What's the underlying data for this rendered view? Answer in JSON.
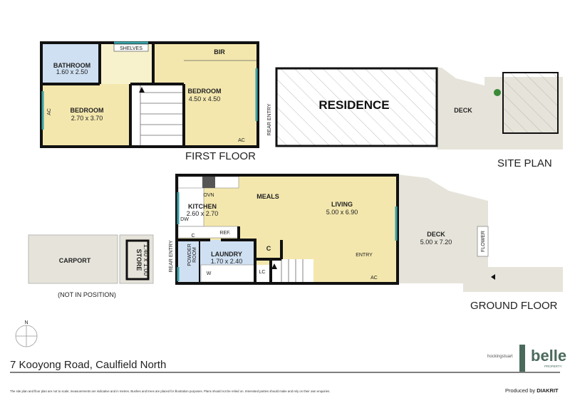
{
  "first_floor": {
    "title": "FIRST FLOOR",
    "rooms": {
      "bathroom": {
        "name": "BATHROOM",
        "size": "1.60 x 2.50"
      },
      "bedroom_left": {
        "name": "BEDROOM",
        "size": "2.70 x 3.70"
      },
      "bedroom_main": {
        "name": "BEDROOM",
        "size": "4.50 x 4.50"
      },
      "bir": "BIR",
      "shelves": "SHELVES"
    },
    "ac_left": "AC",
    "ac_right": "AC",
    "rear_entry": "REAR ENTRY"
  },
  "site_plan": {
    "title": "SITE PLAN",
    "residence": "RESIDENCE",
    "deck": "DECK"
  },
  "ground_floor": {
    "title": "GROUND FLOOR",
    "rooms": {
      "meals": "MEALS",
      "living": {
        "name": "LIVING",
        "size": "5.00 x 6.90"
      },
      "kitchen": {
        "name": "KITCHEN",
        "size": "2.60 x 2.70"
      },
      "laundry": {
        "name": "LAUNDRY",
        "size": "1.70 x 2.40"
      },
      "deck": {
        "name": "DECK",
        "size": "5.00 x 7.20"
      },
      "carport": "CARPORT",
      "store": {
        "name": "STORE",
        "size": "1.40 x 1.00"
      },
      "powder": [
        "POWDER",
        "ROOM"
      ]
    },
    "ovn": "OVN",
    "dw": "DW",
    "c1": "C",
    "ref": "REF.",
    "c2": "C",
    "lc": "LC",
    "w": "W",
    "entry": "ENTRY",
    "ac": "AC",
    "rear_entry": "REAR ENTRY",
    "flower": "FLOWER",
    "not_in_position": "(NOT IN POSITION)"
  },
  "north": "N",
  "address": "7 Kooyong Road, Caulfield North",
  "disclaimer": "The site plan and floor plan are not to scale; measurements are indicative and in metres. Bushes and trees are placed for illustration purposes. Plans should not be relied on. Interested parties should make and rely on their own enquiries.",
  "logos": {
    "agency1": "hockingstuart",
    "agency2": "belle",
    "agency2_sub": "PROPERTY",
    "produced_by": "Produced by",
    "producer": "DIAKRIT"
  },
  "colors": {
    "room_yellow": "#f3e7ad",
    "hall_yellow": "#f7f2cc",
    "wet_blue": "#cfe0f2",
    "deck_grey": "#e6e4da",
    "window_teal": "#3aa3a8",
    "brand_green": "#4a6b5c"
  }
}
